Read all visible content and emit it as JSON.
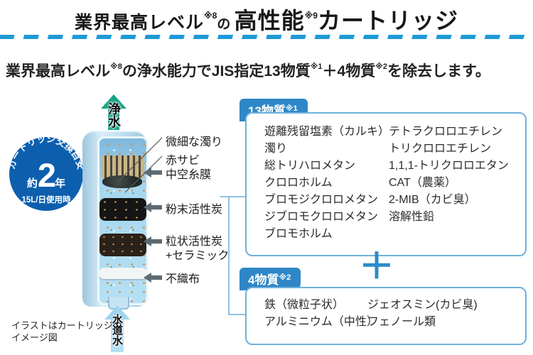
{
  "header": {
    "title_part1": "業界最高レベル",
    "title_sup1": "※8",
    "title_part2": "の ",
    "title_part3": "高性能",
    "title_sup2": "※9",
    "title_part4": "カートリッジ"
  },
  "subtitle": {
    "part1": "業界最高レベル",
    "sup1": "※8",
    "part2": "の浄水能力でJIS指定13物質",
    "sup2": "※1",
    "part3": "＋4物質",
    "sup3": "※2",
    "part4": "を除去します。"
  },
  "illustration": {
    "badge": {
      "arc_text": "カートリッジ交換目安",
      "approx": "約",
      "years": "2",
      "year_unit": "年",
      "usage": "15L/日使用時"
    },
    "top_arrow_label": "浄水",
    "bottom_arrow_label": "水道水",
    "labels": {
      "turbidity": "微細な濁り",
      "rust": "赤サビ",
      "membrane": "中空糸膜",
      "powder_carbon": "粉末活性炭",
      "granular_carbon": "粒状活性炭",
      "ceramic": "+セラミック",
      "nonwoven": "不織布"
    },
    "caption_line1": "イラストはカートリッジの",
    "caption_line2": "イメージ図"
  },
  "panel": {
    "box13": {
      "tab": "13物質",
      "tab_sup": "※1",
      "col1": [
        "遊離残留塩素（カルキ）",
        "濁り",
        "総トリハロメタン",
        "クロロホルム",
        "ブロモジクロロメタン",
        "ジブロモクロロメタン",
        "ブロモホルム"
      ],
      "col2": [
        "テトラクロロエチレン",
        "トリクロロエチレン",
        "1,1,1-トリクロロエタン",
        "CAT（農薬）",
        "2-MIB（カビ臭）",
        "溶解性鉛"
      ]
    },
    "plus": "＋",
    "box4": {
      "tab": "4物質",
      "tab_sup": "※2",
      "col1": [
        "鉄（微粒子状）",
        "アルミニウム（中性）"
      ],
      "col2": [
        "ジェオスミン(カビ臭)",
        "フェノール類"
      ]
    }
  },
  "colors": {
    "accent_blue": "#1e9ad6",
    "box_border": "#6fb1dc",
    "tab_bg": "#2f87c7",
    "badge_bg": "#0d5fae",
    "plus_blue": "#2b8cc9",
    "clean_water_arrow": "#18a286",
    "tap_water_arrow": "#9fd4ef",
    "gray_arrow": "#5d6a72"
  }
}
